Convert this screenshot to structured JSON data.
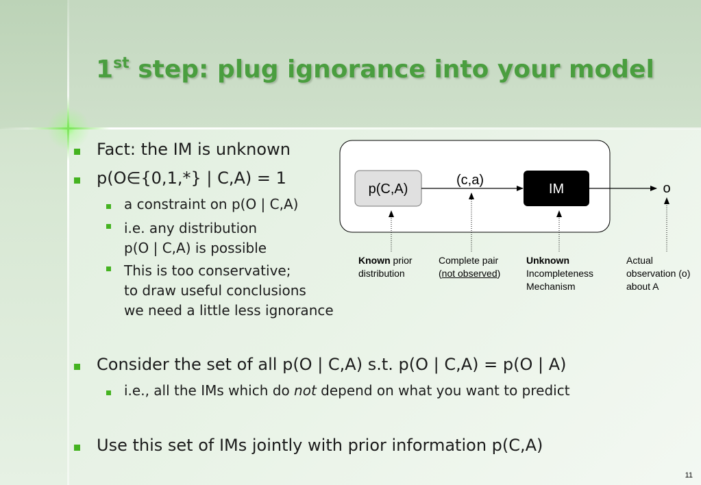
{
  "slide": {
    "title_number": "1",
    "title_superscript": "st",
    "title_rest": " step: plug ignorance into your model",
    "page_number": "11"
  },
  "bullets": {
    "b1": "Fact: the IM is unknown",
    "b2": "p(O∈{0,1,*} | C,A) = 1",
    "b2_sub1": "a constraint on p(O | C,A)",
    "b2_sub2_line1": "i.e. any distribution",
    "b2_sub2_line2": "p(O | C,A) is possible",
    "b2_sub3_line1": "This is too conservative;",
    "b2_sub3_line2": "to draw useful conclusions",
    "b2_sub3_line3": "we need a little less ignorance",
    "b3": "Consider the set of all p(O | C,A) s.t. p(O | C,A) = p(O | A)",
    "b3_sub1_pre": "i.e., all the IMs which do ",
    "b3_sub1_em": "not",
    "b3_sub1_post": " depend on what you want to predict",
    "b4": "Use this set of IMs jointly with prior information p(C,A)"
  },
  "diagram": {
    "prior_box": "p(C,A)",
    "pair_label": "(c,a)",
    "im_box": "IM",
    "output_label": "o",
    "captions": {
      "known_bold": "Known",
      "known_rest": " prior",
      "known_line2": "distribution",
      "pair_line1": "Complete pair",
      "pair_open": "(",
      "pair_underlined": "not observed",
      "pair_close": ")",
      "unknown_bold": "Unknown",
      "unknown_line2": "Incompleteness",
      "unknown_line3": "Mechanism",
      "actual_line1": "Actual",
      "actual_line2": "observation (o)",
      "actual_line3": "about A"
    }
  },
  "colors": {
    "title": "#4a9e3f",
    "bullet_square": "#44b320",
    "im_box_fill": "#000000",
    "prior_box_fill": "#e0e0e0"
  }
}
